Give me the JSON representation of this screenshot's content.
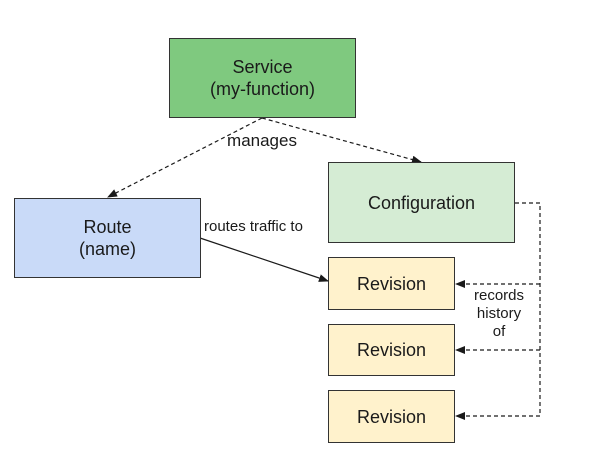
{
  "colors": {
    "service_fill": "#7fc97f",
    "route_fill": "#c9daf8",
    "configuration_fill": "#d5ecd4",
    "revision_fill": "#fff2cc",
    "border": "#333333",
    "edge": "#1a1a1a"
  },
  "nodes": {
    "service": {
      "line1": "Service",
      "line2": "(my-function)"
    },
    "route": {
      "line1": "Route",
      "line2": "(name)"
    },
    "configuration": {
      "label": "Configuration"
    },
    "revisions": [
      {
        "label": "Revision"
      },
      {
        "label": "Revision"
      },
      {
        "label": "Revision"
      }
    ]
  },
  "edges": {
    "manages": "manages",
    "routes_traffic_to": "routes traffic to",
    "records_history_of": {
      "line1": "records",
      "line2": "history",
      "line3": "of"
    }
  }
}
